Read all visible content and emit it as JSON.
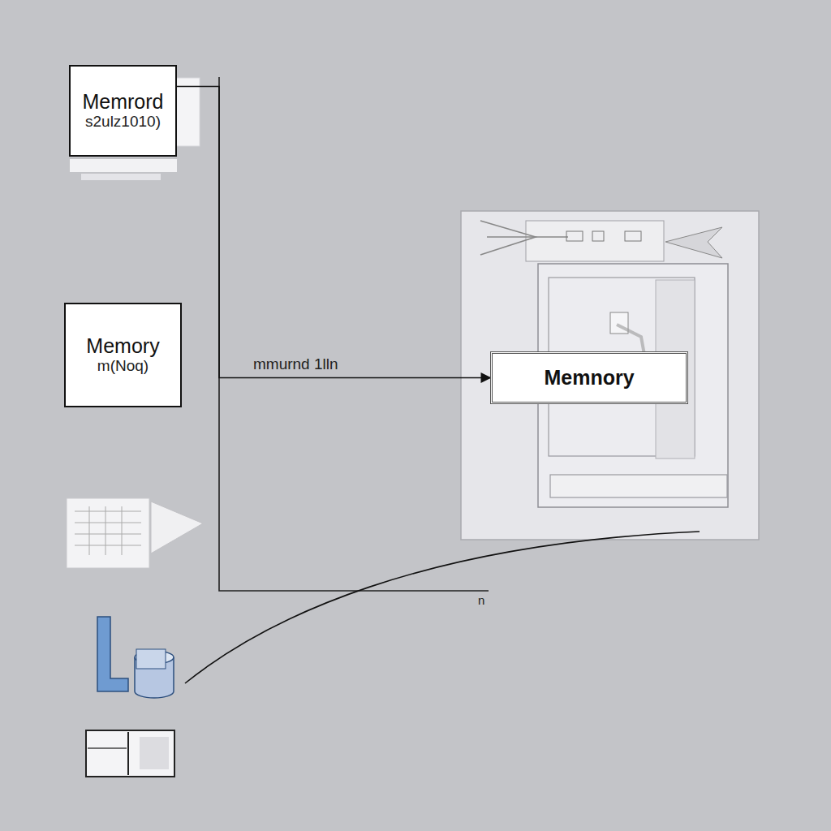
{
  "diagram": {
    "nodes": [
      {
        "text": [
          "Memrord",
          "s2ulz1010)"
        ]
      },
      {
        "text": [
          "Memory",
          "m(Noq)"
        ]
      },
      {
        "text": [
          "Memnory"
        ]
      }
    ],
    "edges": [
      {
        "from": 0,
        "to": 2,
        "arrow": "to",
        "label": "mmurnd 1lln"
      }
    ],
    "labels": [
      "n"
    ]
  }
}
